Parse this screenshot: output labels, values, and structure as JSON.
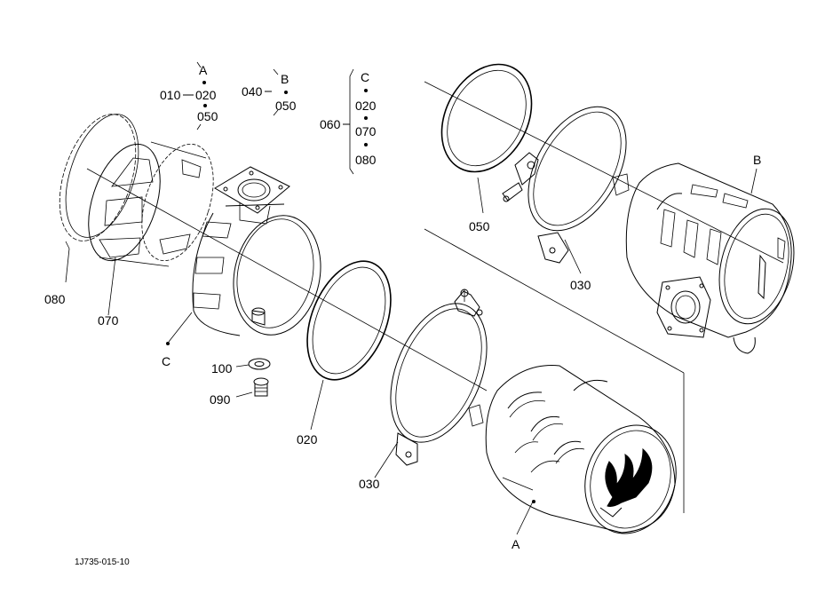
{
  "diagram": {
    "drawing_code": "1J735-015-10",
    "callouts": {
      "group_a": {
        "title": "A",
        "prefix": "010",
        "items": [
          "020",
          "050"
        ]
      },
      "group_b": {
        "title": "B",
        "prefix": "040",
        "items": [
          "050"
        ]
      },
      "group_c": {
        "title": "C",
        "prefix": "060",
        "items": [
          "020",
          "070",
          "080"
        ]
      }
    },
    "part_labels": {
      "p080": "080",
      "p070": "070",
      "pC": "C",
      "p100": "100",
      "p090": "090",
      "p020": "020",
      "p030_lower": "030",
      "pA": "A",
      "p050": "050",
      "p030_upper": "030",
      "pB": "B"
    }
  }
}
